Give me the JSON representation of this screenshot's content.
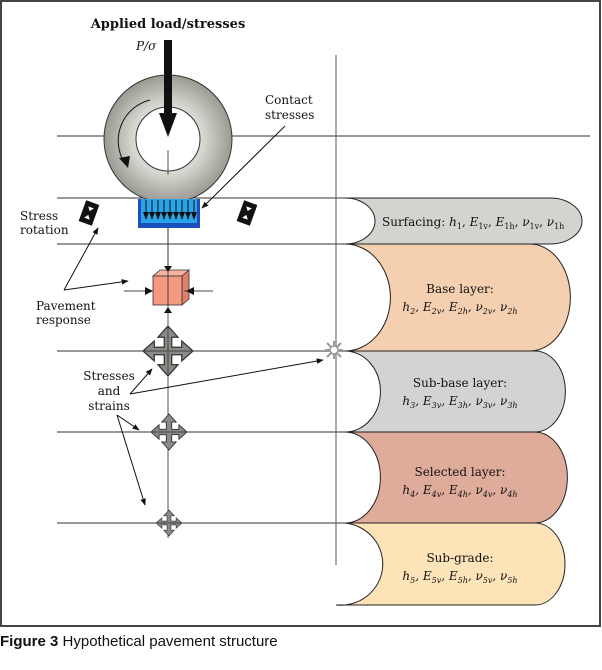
{
  "figure": {
    "caption_number": "Figure 3",
    "caption_text": "Hypothetical pavement structure"
  },
  "labels": {
    "applied_load": "Applied load/stresses",
    "load_symbol": "P/σ",
    "contact_stresses_1": "Contact",
    "contact_stresses_2": "stresses",
    "stress_rotation_1": "Stress",
    "stress_rotation_2": "rotation",
    "pavement_response_1": "Pavement",
    "pavement_response_2": "response",
    "stresses_strains_1": "Stresses",
    "stresses_strains_2": "and",
    "stresses_strains_3": "strains"
  },
  "layers": [
    {
      "name": "Surfacing:",
      "n": "1",
      "color": "#d3d3d0"
    },
    {
      "name": "Base layer:",
      "n": "2",
      "color": "#f5d0b0"
    },
    {
      "name": "Sub-base layer:",
      "n": "3",
      "color": "#d3d3d4"
    },
    {
      "name": "Selected layer:",
      "n": "4",
      "color": "#dfab9a"
    },
    {
      "name": "Sub-grade:",
      "n": "5",
      "color": "#fde3b8"
    }
  ],
  "colors": {
    "wheel": "#a8a8a0",
    "contact_patch": "#1d4fb8",
    "contact_patch_fill": "#29a4ea",
    "element_cube": "#f39a80",
    "cross_arrows": "#8a8a86"
  }
}
